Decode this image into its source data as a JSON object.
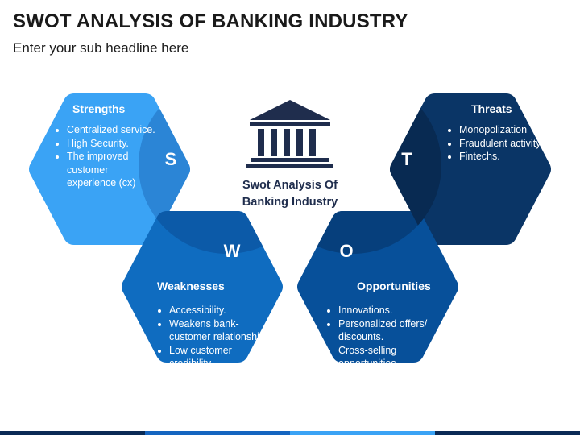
{
  "header": {
    "title": "SWOT ANALYSIS OF BANKING INDUSTRY",
    "subtitle": "Enter your sub headline here"
  },
  "center": {
    "icon": "bank-building-icon",
    "label_line1": "Swot Analysis Of",
    "label_line2": "Banking Industry"
  },
  "quadrants": {
    "strengths": {
      "letter": "S",
      "title": "Strengths",
      "color": "#3aa3f5",
      "items": [
        "Centralized service.",
        "High Security.",
        "The improved customer experience (cx)"
      ]
    },
    "weaknesses": {
      "letter": "W",
      "title": "Weaknesses",
      "color": "#0f6cc0",
      "items": [
        "Accessibility.",
        "Weakens bank-customer relationship.",
        "Low customer credibility."
      ]
    },
    "opportunities": {
      "letter": "O",
      "title": "Opportunities",
      "color": "#07509a",
      "items": [
        "Innovations.",
        "Personalized offers/ discounts.",
        "Cross-selling opportunities."
      ]
    },
    "threats": {
      "letter": "T",
      "title": "Threats",
      "color": "#0a3566",
      "items": [
        "Monopolization",
        "Fraudulent activity.",
        "Fintechs."
      ]
    }
  },
  "footer_colors": [
    "#0a2a55",
    "#1565c0",
    "#3aa3f5",
    "#0a2a55"
  ]
}
